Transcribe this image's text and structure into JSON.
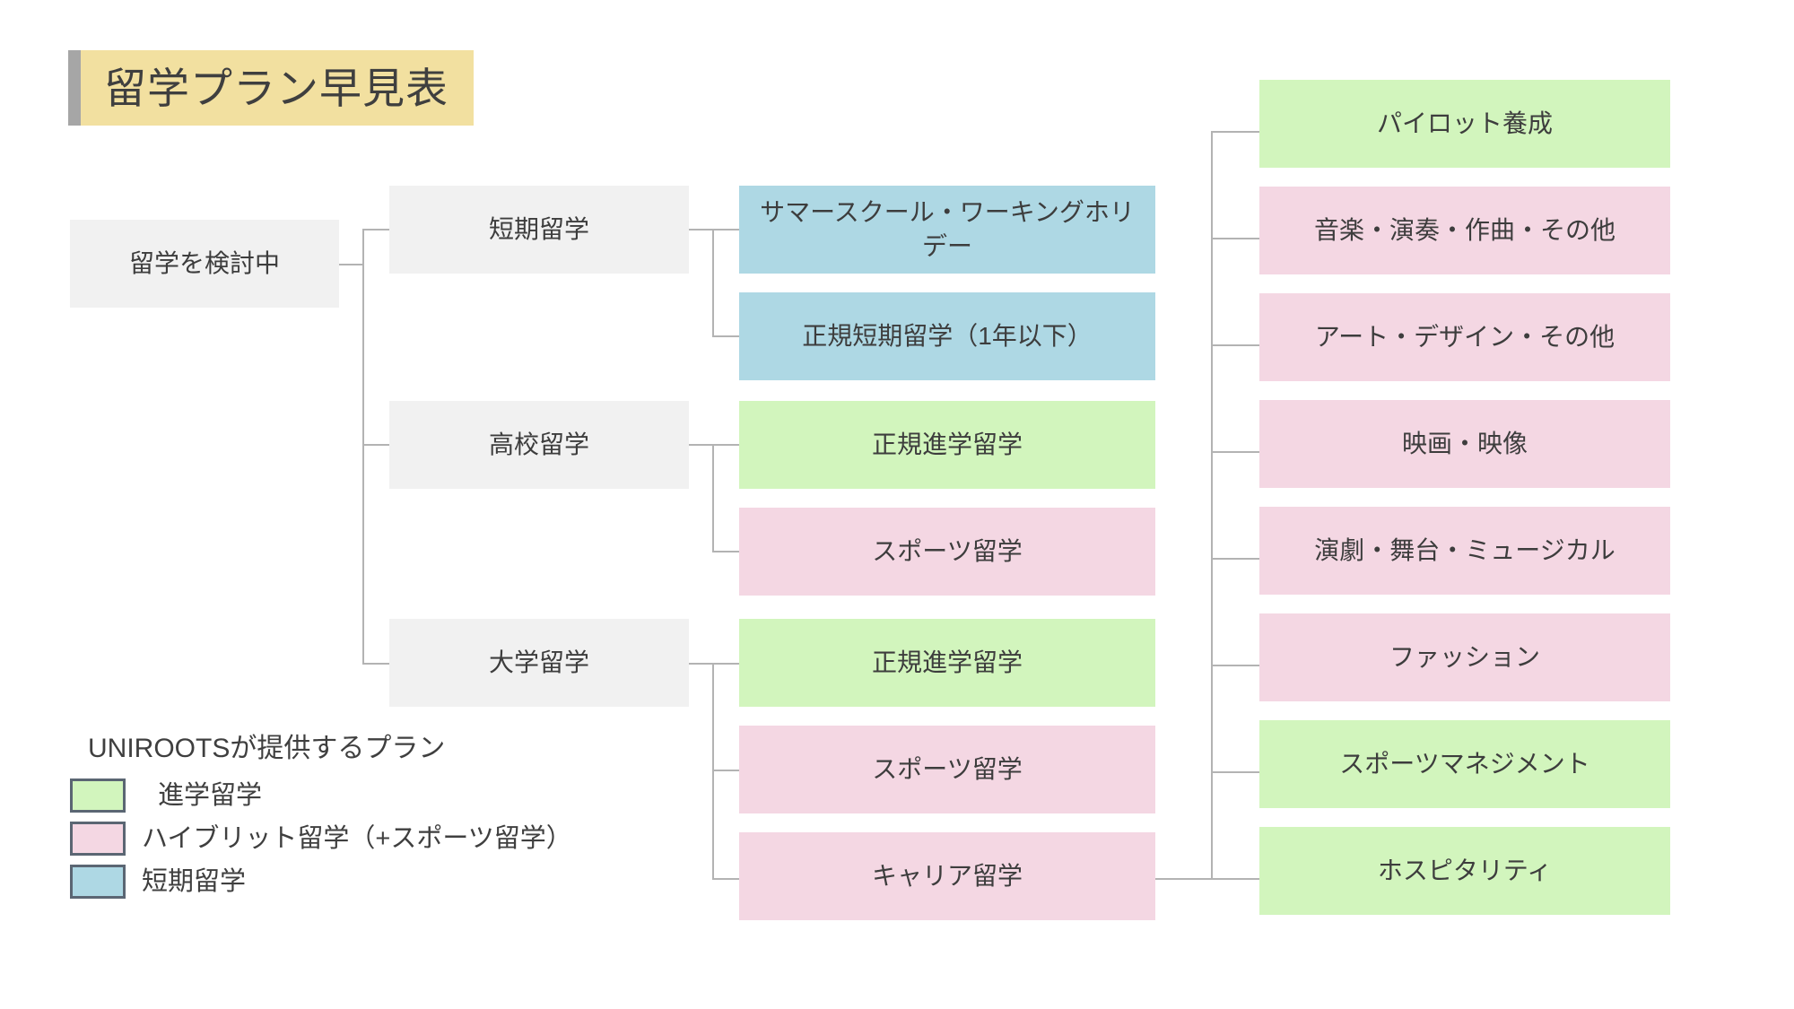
{
  "title": {
    "text": "留学プラン早見表",
    "accent_color": "#a6a6a6",
    "band_color": "#f2e0a0"
  },
  "colors": {
    "gray": "#f1f1f1",
    "blue": "#aed8e4",
    "green": "#d2f5bd",
    "pink": "#f4d7e3",
    "line": "#b3b3b3",
    "text": "#3d3d3d"
  },
  "diagram": {
    "type": "tree",
    "root": {
      "label": "留学を検討中",
      "color": "gray"
    },
    "level2": [
      {
        "label": "短期留学",
        "color": "gray"
      },
      {
        "label": "高校留学",
        "color": "gray"
      },
      {
        "label": "大学留学",
        "color": "gray"
      }
    ],
    "level3": [
      {
        "label": "サマースクール・ワーキングホリデー",
        "color": "blue",
        "parent": "短期留学"
      },
      {
        "label": "正規短期留学（1年以下）",
        "color": "blue",
        "parent": "短期留学"
      },
      {
        "label": "正規進学留学",
        "color": "green",
        "parent": "高校留学"
      },
      {
        "label": "スポーツ留学",
        "color": "pink",
        "parent": "高校留学"
      },
      {
        "label": "正規進学留学",
        "color": "green",
        "parent": "大学留学"
      },
      {
        "label": "スポーツ留学",
        "color": "pink",
        "parent": "大学留学"
      },
      {
        "label": "キャリア留学",
        "color": "pink",
        "parent": "大学留学"
      }
    ],
    "level4": [
      {
        "label": "パイロット養成",
        "color": "green",
        "parent": "キャリア留学"
      },
      {
        "label": "音楽・演奏・作曲・その他",
        "color": "pink",
        "parent": "キャリア留学"
      },
      {
        "label": "アート・デザイン・その他",
        "color": "pink",
        "parent": "キャリア留学"
      },
      {
        "label": "映画・映像",
        "color": "pink",
        "parent": "キャリア留学"
      },
      {
        "label": "演劇・舞台・ミュージカル",
        "color": "pink",
        "parent": "キャリア留学"
      },
      {
        "label": "ファッション",
        "color": "pink",
        "parent": "キャリア留学"
      },
      {
        "label": "スポーツマネジメント",
        "color": "green",
        "parent": "キャリア留学"
      },
      {
        "label": "ホスピタリティ",
        "color": "green",
        "parent": "キャリア留学"
      }
    ]
  },
  "legend": {
    "heading": "UNIROOTSが提供するプラン",
    "items": [
      {
        "label": "進学留学",
        "color": "#d2f5bd"
      },
      {
        "label": "ハイブリット留学（+スポーツ留学）",
        "color": "#f4d7e3"
      },
      {
        "label": "短期留学",
        "color": "#aed8e4"
      }
    ]
  }
}
